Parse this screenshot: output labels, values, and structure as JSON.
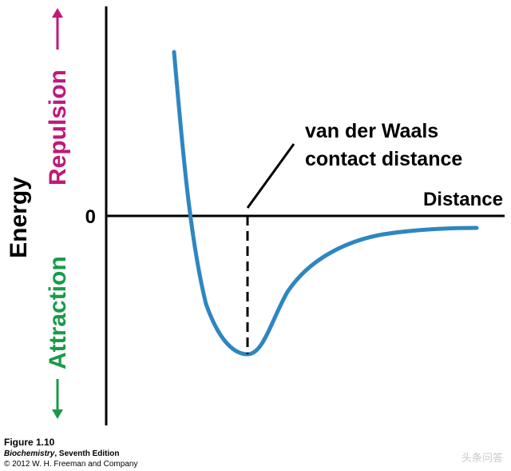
{
  "diagram": {
    "y_axis_label": "Energy",
    "repulsion_label": "Repulsion",
    "attraction_label": "Attraction",
    "zero_label": "0",
    "x_axis_label": "Distance",
    "annotation_line1": "van der Waals",
    "annotation_line2": "contact distance",
    "colors": {
      "curve": "#2e86c1",
      "repulsion": "#c2187a",
      "attraction": "#1a9a4a",
      "axes": "#000000"
    }
  },
  "caption": {
    "figure_number": "Figure 1.10",
    "book_title": "Biochemistry",
    "edition": ", Seventh Edition",
    "copyright": "© 2012 W. H. Freeman and Company"
  },
  "watermark": {
    "text": "头条问答"
  }
}
